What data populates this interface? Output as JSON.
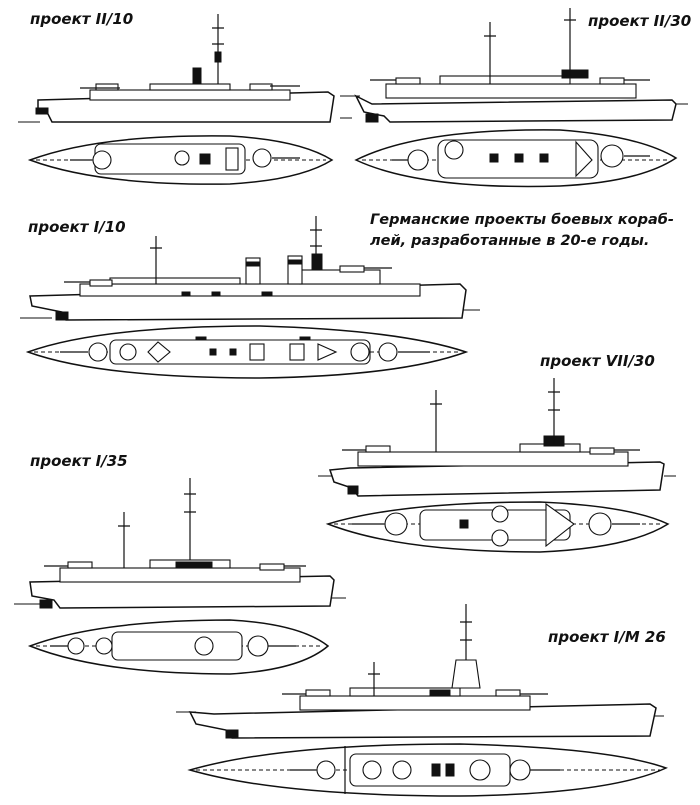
{
  "labels": {
    "p_ii_10": "проект II/10",
    "p_ii_30": "проект II/30",
    "p_i_10": "проект I/10",
    "p_vii_30": "проект VII/30",
    "p_i_35": "проект I/35",
    "p_im_26": "проект I/M 26"
  },
  "caption": {
    "line1": "Германские проекты боевых кораб-",
    "line2": "лей, разработанные в 20-е годы."
  }
}
